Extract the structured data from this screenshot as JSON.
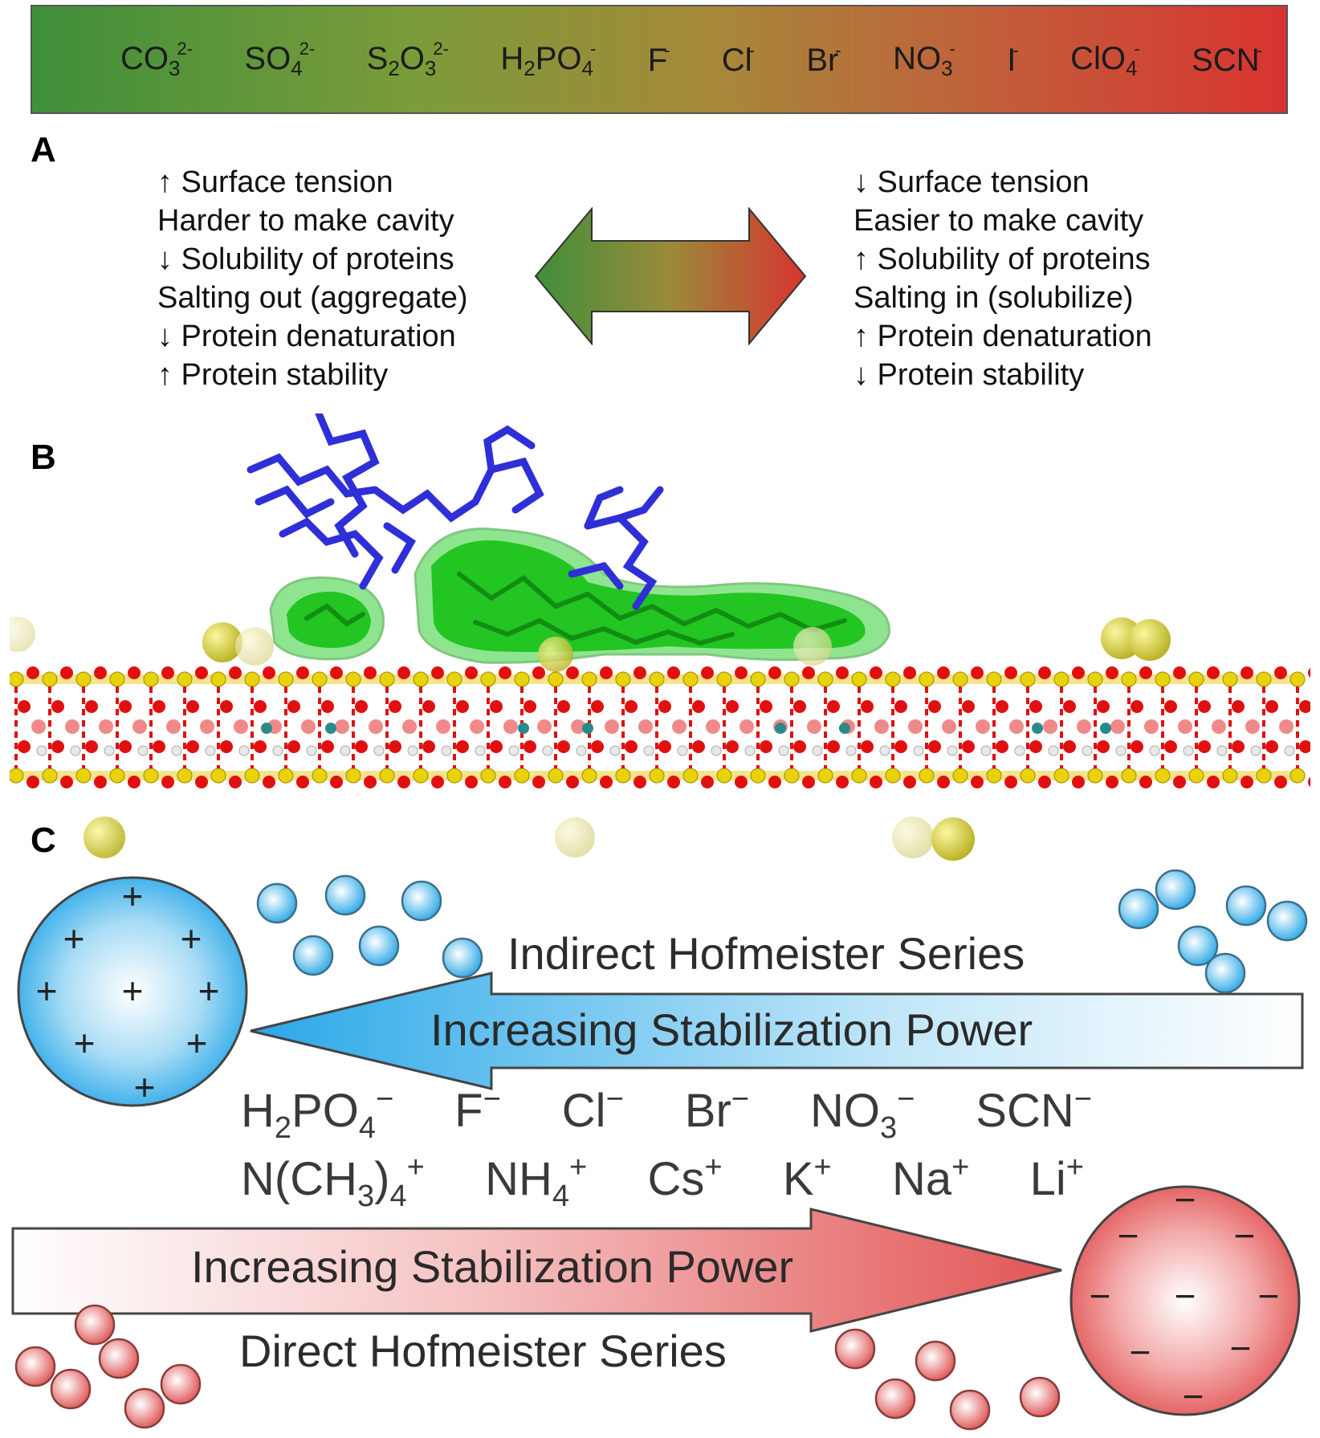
{
  "top_bar": {
    "ions": [
      {
        "base": "CO",
        "sub": "3",
        "sup": "2-"
      },
      {
        "base": "SO",
        "sub": "4",
        "sup": "2-"
      },
      {
        "base": "S",
        "sub": "2",
        "base2": "O",
        "sub2": "3",
        "sup": "2-"
      },
      {
        "base": "H",
        "sub": "2",
        "base2": "PO",
        "sub2": "4",
        "sup": "-"
      },
      {
        "base": "F",
        "sup": "-"
      },
      {
        "base": "Cl",
        "sup": "-"
      },
      {
        "base": "Br",
        "sup": "-"
      },
      {
        "base": "NO",
        "sub": "3",
        "sup": "-"
      },
      {
        "base": "I",
        "sup": "-"
      },
      {
        "base": "ClO",
        "sub": "4",
        "sup": "-"
      },
      {
        "base": "SCN",
        "sup": "-"
      }
    ],
    "colors": {
      "left": "#3f8f3a",
      "right": "#d8342f"
    }
  },
  "panel_a": {
    "label": "A",
    "left": [
      "↑ Surface tension",
      "Harder to make cavity",
      "↓ Solubility of proteins",
      "Salting out (aggregate)",
      "↓ Protein denaturation",
      "↑ Protein stability"
    ],
    "right": [
      "↓ Surface tension",
      "Easier to make cavity",
      "↑ Solubility of proteins",
      "Salting in (solubilize)",
      "↑ Protein denaturation",
      "↓ Protein stability"
    ]
  },
  "panel_b": {
    "label": "B",
    "colors": {
      "peptide": "#2f2fd8",
      "surface": "#22cc22",
      "oxygen": "#e01010",
      "silicon": "#e8d20a"
    }
  },
  "panel_c": {
    "label": "C",
    "indirect_title": "Indirect Hofmeister Series",
    "indirect_power": "Increasing Stabilization Power",
    "direct_title": "Direct Hofmeister Series",
    "direct_power": "Increasing Stabilization Power",
    "anions": [
      {
        "base": "H",
        "sub": "2",
        "base2": "PO",
        "sub2": "4",
        "sup": "−"
      },
      {
        "base": "F",
        "sup": "−"
      },
      {
        "base": "Cl",
        "sup": "−"
      },
      {
        "base": "Br",
        "sup": "−"
      },
      {
        "base": "NO",
        "sub": "3",
        "sup": "−"
      },
      {
        "base": "SCN",
        "sup": "−"
      }
    ],
    "cations": [
      {
        "base": "N(CH",
        "sub": "3",
        "base2": ")",
        "sub2": "4",
        "sup": "+"
      },
      {
        "base": "NH",
        "sub": "4",
        "sup": "+"
      },
      {
        "base": "Cs",
        "sup": "+"
      },
      {
        "base": "K",
        "sup": "+"
      },
      {
        "base": "Na",
        "sup": "+"
      },
      {
        "base": "Li",
        "sup": "+"
      }
    ],
    "plus_sign": "+",
    "minus_sign": "−",
    "colors": {
      "blue": "#2aa8e8",
      "red": "#e25555"
    }
  }
}
